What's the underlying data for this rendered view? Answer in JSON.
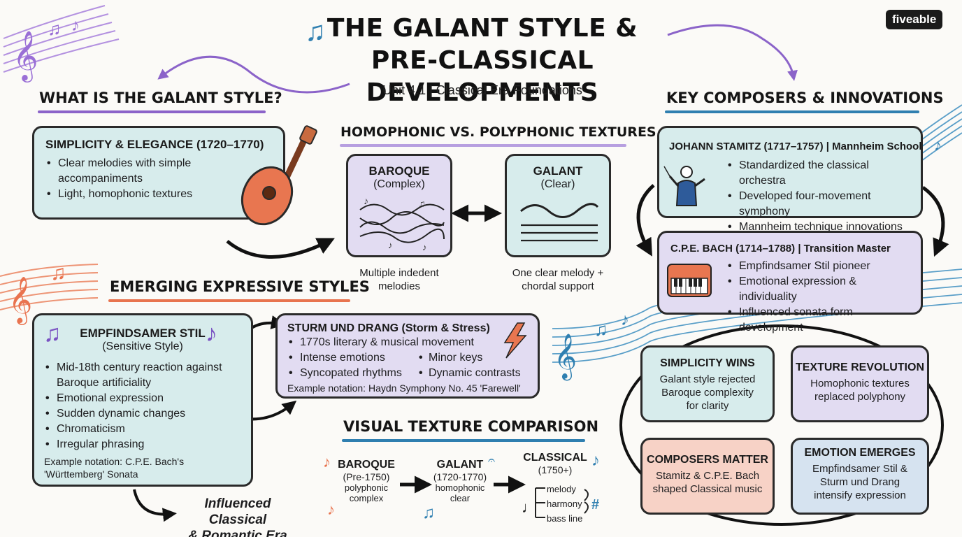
{
  "header": {
    "title_line1": "THE GALANT STYLE &",
    "title_line2": "PRE-CLASSICAL DEVELOPMENTS",
    "subtitle": "Unit 4.1 | Classical Era Foundations",
    "brand": "fiveable",
    "title_icon": "music-notes-icon"
  },
  "what_is": {
    "section_title": "WHAT IS THE GALANT STYLE?",
    "box_title": "SIMPLICITY & ELEGANCE (1720–1770)",
    "items": [
      "Clear melodies with simple accompaniments",
      "Light, homophonic textures"
    ],
    "icon": "lute-icon"
  },
  "textures": {
    "section_title": "HOMOPHONIC VS. POLYPHONIC TEXTURES",
    "baroque": {
      "title": "BAROQUE",
      "sub": "(Complex)",
      "caption_1": "Multiple indedent",
      "caption_2": "melodies"
    },
    "galant": {
      "title": "GALANT",
      "sub": "(Clear)",
      "caption_1": "One clear melody +",
      "caption_2": "chordal support"
    }
  },
  "composers": {
    "section_title": "KEY COMPOSERS & INNOVATIONS",
    "stamitz": {
      "title": "JOHANN STAMITZ (1717–1757) | Mannheim School",
      "items": [
        "Standardized the classical orchestra",
        "Developed four-movement symphony",
        "Mannheim technique innovations"
      ],
      "icon": "conductor-icon"
    },
    "cpe_bach": {
      "title": "C.P.E. BACH (1714–1788) | Transition Master",
      "items": [
        "Empfindsamer Stil pioneer",
        "Emotional expression & individuality",
        "Influenced sonata form development"
      ],
      "icon": "piano-icon"
    }
  },
  "expressive": {
    "section_title": "EMERGING EXPRESSIVE STYLES",
    "empfindsamer": {
      "title": "EMPFINDSAMER STIL",
      "sub": "(Sensitive Style)",
      "items": [
        "Mid-18th century reaction against Baroque artificiality",
        "Emotional expression",
        "Sudden dynamic changes",
        "Chromaticism",
        "Irregular phrasing"
      ],
      "example_1": "Example notation: C.P.E. Bach's",
      "example_2": "'Württemberg' Sonata"
    },
    "sturm": {
      "title": "STURM UND DRANG (Storm & Stress)",
      "item_1": "1770s literary & musical movement",
      "item_2a": "Intense emotions",
      "item_2b": "Minor keys",
      "item_3a": "Syncopated rhythms",
      "item_3b": "Dynamic contrasts",
      "example": "Example notation: Haydn Symphony No. 45 'Farewell'",
      "icon": "lightning-icon"
    },
    "influence_1": "Influenced Classical",
    "influence_2": "& Romantic Era"
  },
  "visual_comparison": {
    "section_title": "VISUAL TEXTURE COMPARISON",
    "baroque": {
      "title": "BAROQUE",
      "dates": "(Pre-1750)",
      "desc_1": "polyphonic",
      "desc_2": "complex"
    },
    "galant": {
      "title": "GALANT",
      "dates": "(1720-1770)",
      "desc_1": "homophonic",
      "desc_2": "clear"
    },
    "classical": {
      "title": "CLASSICAL",
      "dates": "(1750+)",
      "layer_1": "melody",
      "layer_2": "harmony",
      "layer_3": "bass line"
    }
  },
  "summary": {
    "simplicity": {
      "title": "SIMPLICITY WINS",
      "text_1": "Galant style rejected",
      "text_2": "Baroque complexity",
      "text_3": "for clarity"
    },
    "texture": {
      "title": "TEXTURE REVOLUTION",
      "text_1": "Homophonic textures",
      "text_2": "replaced polyphony"
    },
    "composers": {
      "title": "COMPOSERS MATTER",
      "text_1": "Stamitz & C.P.E. Bach",
      "text_2": "shaped Classical music"
    },
    "emotion": {
      "title": "EMOTION EMERGES",
      "text_1": "Empfindsamer Stil &",
      "text_2": "Sturm und Drang",
      "text_3": "intensify expression"
    }
  },
  "colors": {
    "teal": "#d7ecec",
    "lavender": "#e2dcf2",
    "peach": "#f7d2c6",
    "blue": "#d6e3f0",
    "purple_accent": "#8b63c9",
    "orange_accent": "#e8744f",
    "blue_accent": "#2f7fb0"
  }
}
